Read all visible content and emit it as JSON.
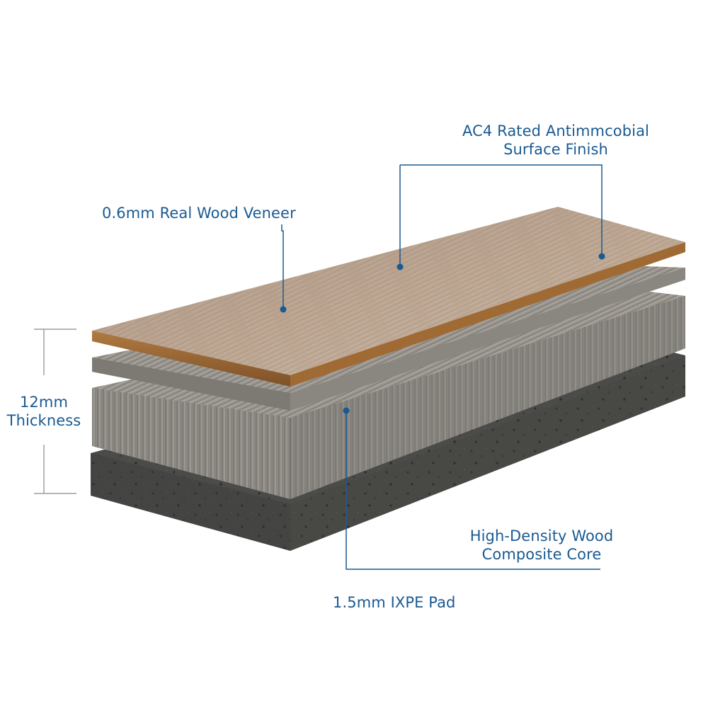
{
  "labels": {
    "finish_line1": "AC4 Rated Antimmcobial",
    "finish_line2": "Surface Finish",
    "veneer": "0.6mm Real Wood Veneer",
    "thickness_line1": "12mm",
    "thickness_line2": "Thickness",
    "core_line1": "High-Density Wood",
    "core_line2": "Composite Core",
    "pad": "1.5mm IXPE Pad"
  },
  "colors": {
    "label": "#1a5a92",
    "veneer_top": "#b8a08a",
    "veneer_edge": "#9a6a3c",
    "core": "#8d8a84",
    "pad": "#4a4a48"
  }
}
